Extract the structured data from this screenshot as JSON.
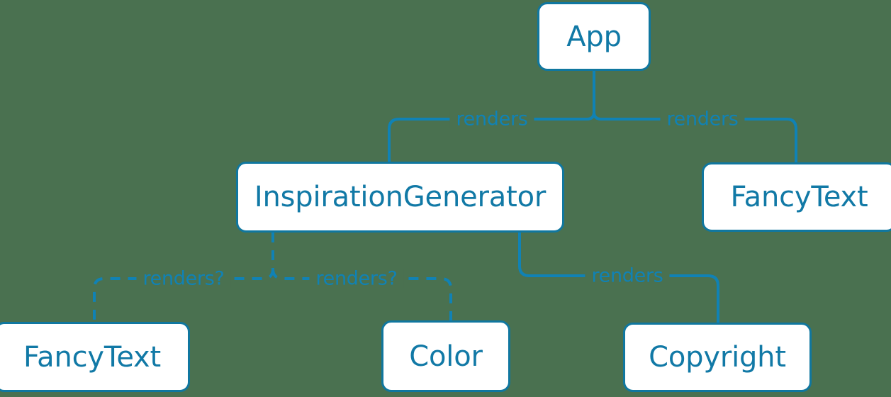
{
  "diagram": {
    "type": "component-tree",
    "background_color": "#4a7150",
    "node_border_color": "#10779f",
    "node_fill_color": "#ffffff",
    "node_text_color": "#1179a6",
    "edge_color": "#1082b5",
    "nodes": [
      {
        "id": "app",
        "label": "App"
      },
      {
        "id": "inspiration_generator",
        "label": "InspirationGenerator"
      },
      {
        "id": "fancytext_right",
        "label": "FancyText"
      },
      {
        "id": "fancytext_left",
        "label": "FancyText"
      },
      {
        "id": "color",
        "label": "Color"
      },
      {
        "id": "copyright",
        "label": "Copyright"
      }
    ],
    "edges": [
      {
        "id": "app-to-inspgen",
        "from": "app",
        "to": "inspiration_generator",
        "label": "renders",
        "style": "solid"
      },
      {
        "id": "app-to-fancytext-right",
        "from": "app",
        "to": "fancytext_right",
        "label": "renders",
        "style": "solid"
      },
      {
        "id": "inspgen-to-fancytext-left",
        "from": "inspiration_generator",
        "to": "fancytext_left",
        "label": "renders?",
        "style": "dashed"
      },
      {
        "id": "inspgen-to-color",
        "from": "inspiration_generator",
        "to": "color",
        "label": "renders?",
        "style": "dashed"
      },
      {
        "id": "inspgen-to-copyright",
        "from": "inspiration_generator",
        "to": "copyright",
        "label": "renders",
        "style": "solid"
      }
    ]
  }
}
